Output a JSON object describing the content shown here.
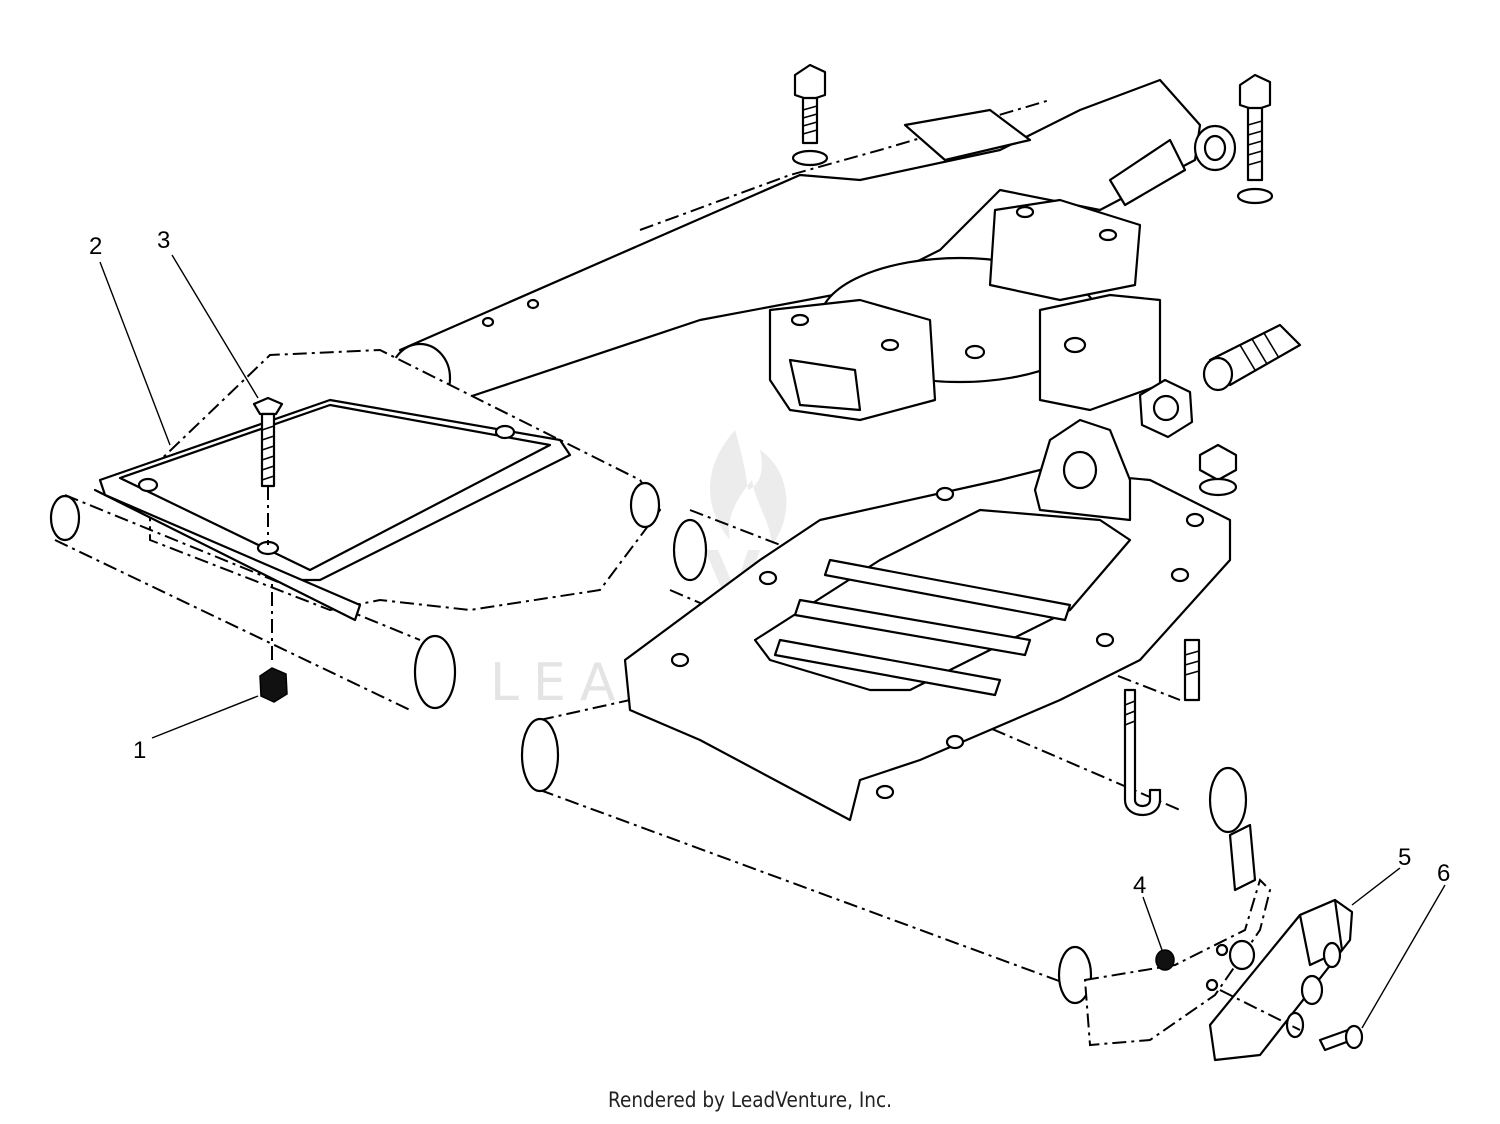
{
  "diagram": {
    "callouts": [
      {
        "id": "1",
        "label": "1"
      },
      {
        "id": "2",
        "label": "2"
      },
      {
        "id": "3",
        "label": "3"
      },
      {
        "id": "4",
        "label": "4"
      },
      {
        "id": "5",
        "label": "5"
      },
      {
        "id": "6",
        "label": "6"
      }
    ],
    "watermark": "LEADVENTURE",
    "credit": "Rendered by LeadVenture, Inc."
  },
  "colors": {
    "line": "#000000",
    "background": "#ffffff",
    "watermark": "#e4e4e4"
  }
}
